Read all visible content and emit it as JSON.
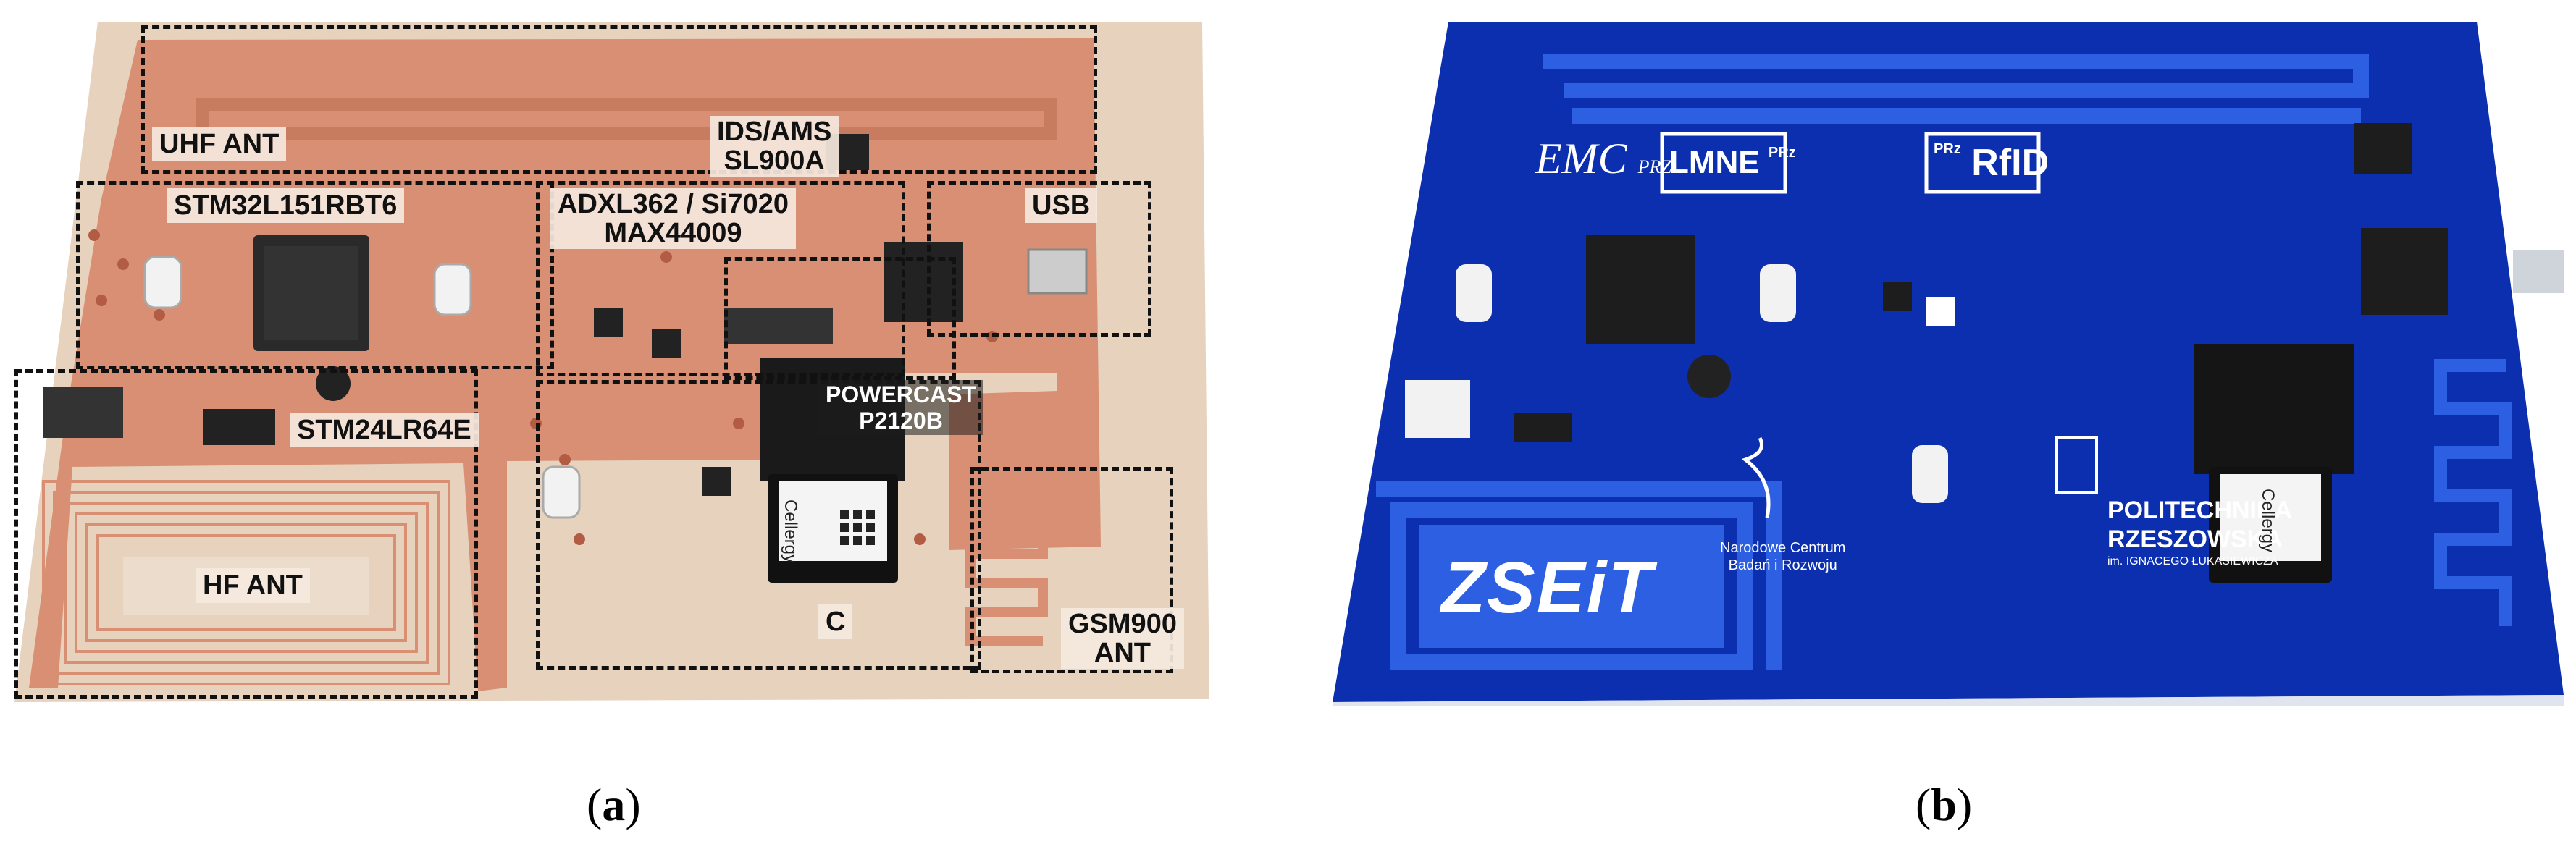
{
  "panel_a": {
    "caption_letter": "a",
    "labels": {
      "uhf_ant": "UHF ANT",
      "ids_ams": "IDS/AMS",
      "sl900a": "SL900A",
      "stm32": "STM32L151RBT6",
      "adxl": "ADXL362 / Si7020",
      "max": "MAX44009",
      "usb": "USB",
      "powercast_1": "POWERCAST",
      "powercast_2": "P2120B",
      "stm24": "STM24LR64E",
      "hf_ant": "HF ANT",
      "c": "C",
      "gsm_1": "GSM900",
      "gsm_2": "ANT"
    },
    "chip_text": "Cellergy"
  },
  "panel_b": {
    "caption_letter": "b",
    "logos": {
      "emc": "EMC",
      "emc_sub": "PRZ",
      "lmne": "LMNE",
      "lmne_sub": "PRz",
      "rfid": "RfID",
      "rfid_sub": "PRz",
      "zseit": "ZSEiT",
      "ncbr_1": "Narodowe Centrum",
      "ncbr_2": "Badań i Rozwoju",
      "polit_1": "POLITECHNIKA",
      "polit_2": "RZESZOWSKA",
      "polit_3": "im. IGNACEGO ŁUKASIEWICZA"
    },
    "chip_text": "Cellergy"
  },
  "colors": {
    "copper": "#d98f73",
    "substrate": "#e2cdb6",
    "pcb_blue": "#0a2ea8",
    "pcb_blue_light": "#2f5fe0"
  }
}
